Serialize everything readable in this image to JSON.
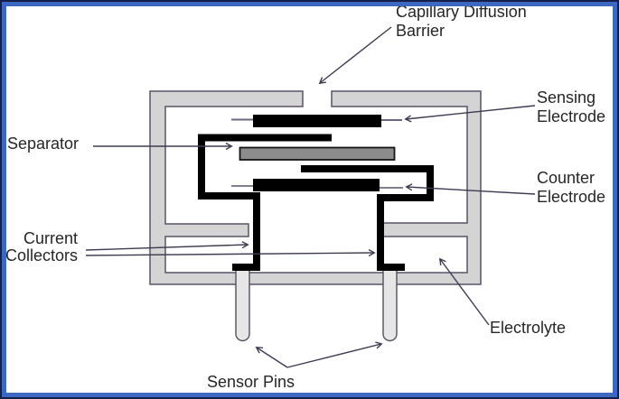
{
  "diagram": {
    "description_labels": {
      "capillary_diffusion_barrier": {
        "line1": "Capillary Diffusion",
        "line2": "Barrier"
      },
      "sensing_electrode": {
        "line1": "Sensing",
        "line2": "Electrode"
      },
      "separator": {
        "text": "Separator"
      },
      "counter_electrode": {
        "line1": "Counter",
        "line2": "Electrode"
      },
      "current_collectors": {
        "line1": "Current",
        "line2": "Collectors"
      },
      "electrolyte": {
        "text": "Electrolyte"
      },
      "sensor_pins": {
        "text": "Sensor Pins"
      }
    },
    "components": [
      "sensor-housing",
      "capillary-diffusion-barrier-opening",
      "sensing-electrode",
      "separator-membrane",
      "counter-electrode",
      "sensing-current-collector",
      "counter-current-collector",
      "electrolyte-cavity",
      "sensor-pin-left",
      "sensor-pin-right"
    ],
    "colors": {
      "frame_outer": "#15204a",
      "frame_inner": "#3c68c1",
      "background": "#ffffff",
      "housing_fill": "#d4d4d4",
      "housing_outline": "#5a5268",
      "electrode_fill": "#000000",
      "separator_fill": "#8c8c8c",
      "pin_fill": "#e6e6e6",
      "arrow_stroke": "#3d3d52",
      "text": "#262626"
    }
  }
}
